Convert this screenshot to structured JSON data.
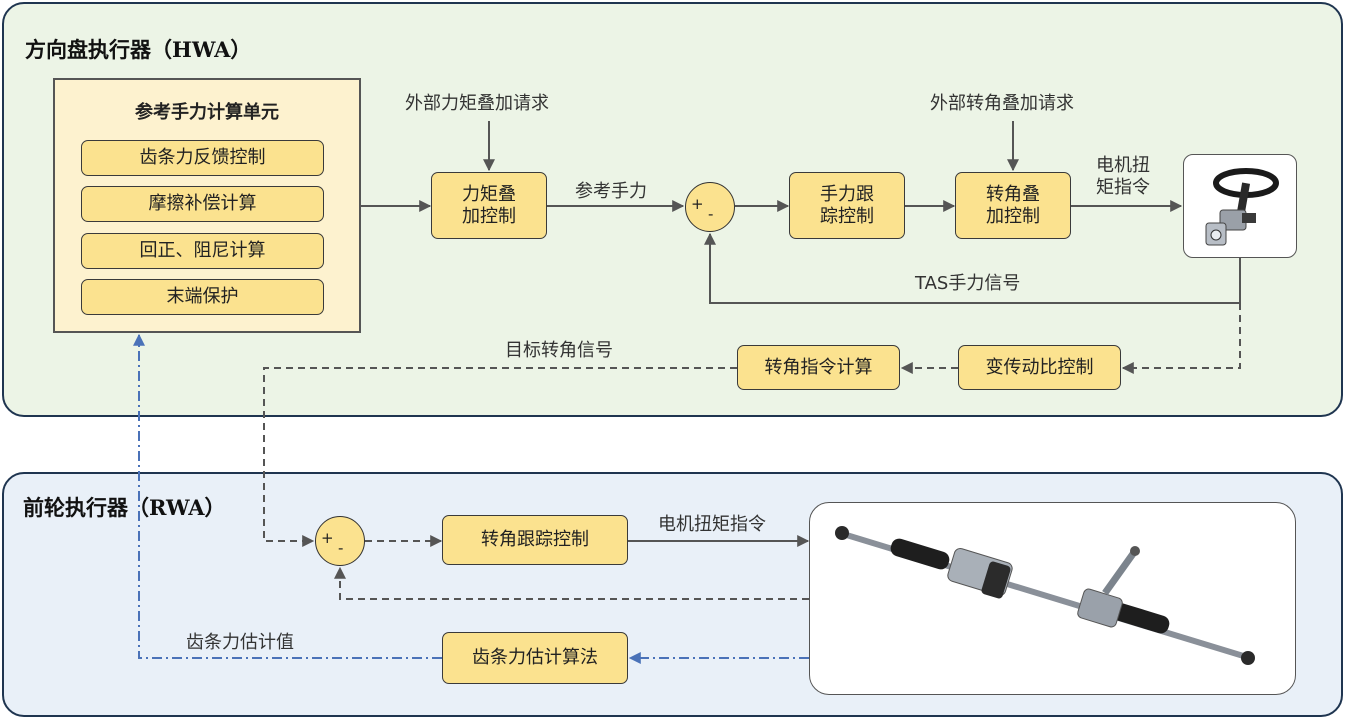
{
  "hwa": {
    "title": "方向盘执行器（HWA）",
    "ref_unit": {
      "title": "参考手力计算单元",
      "items": [
        "齿条力反馈控制",
        "摩擦补偿计算",
        "回正、阻尼计算",
        "末端保护"
      ]
    },
    "torque_overlay_box": [
      "力矩叠",
      "加控制"
    ],
    "torque_tracking_box": [
      "手力跟",
      "踪控制"
    ],
    "angle_overlay_box": [
      "转角叠",
      "加控制"
    ],
    "ext_torque_request": "外部力矩叠加请求",
    "ext_angle_request": "外部转角叠加请求",
    "ref_torque_label": "参考手力",
    "motor_cmd_label": [
      "电机扭",
      "矩指令"
    ],
    "tas_label": "TAS手力信号",
    "target_angle_label": "目标转角信号",
    "angle_cmd_box": "转角指令计算",
    "variable_ratio_box": "变传动比控制",
    "steering_wheel_image": "steering-wheel-icon"
  },
  "rwa": {
    "title": "前轮执行器（RWA）",
    "angle_tracking_box": "转角跟踪控制",
    "motor_cmd_label": "电机扭矩指令",
    "rack_force_est_box": "齿条力估计算法",
    "rack_force_est_label": "齿条力估计值",
    "steering_rack_image": "steering-rack-icon"
  },
  "sum_signs": {
    "plus": "+",
    "minus": "-"
  },
  "colors": {
    "hwa_bg": "#ecf4e6",
    "rwa_bg": "#e9f0f8",
    "box_fill": "#fbe28f",
    "ref_unit_fill": "#fdf2cf",
    "border": "#1f3550",
    "signal_line": "#555555",
    "estimate_line": "#4a72b8"
  }
}
